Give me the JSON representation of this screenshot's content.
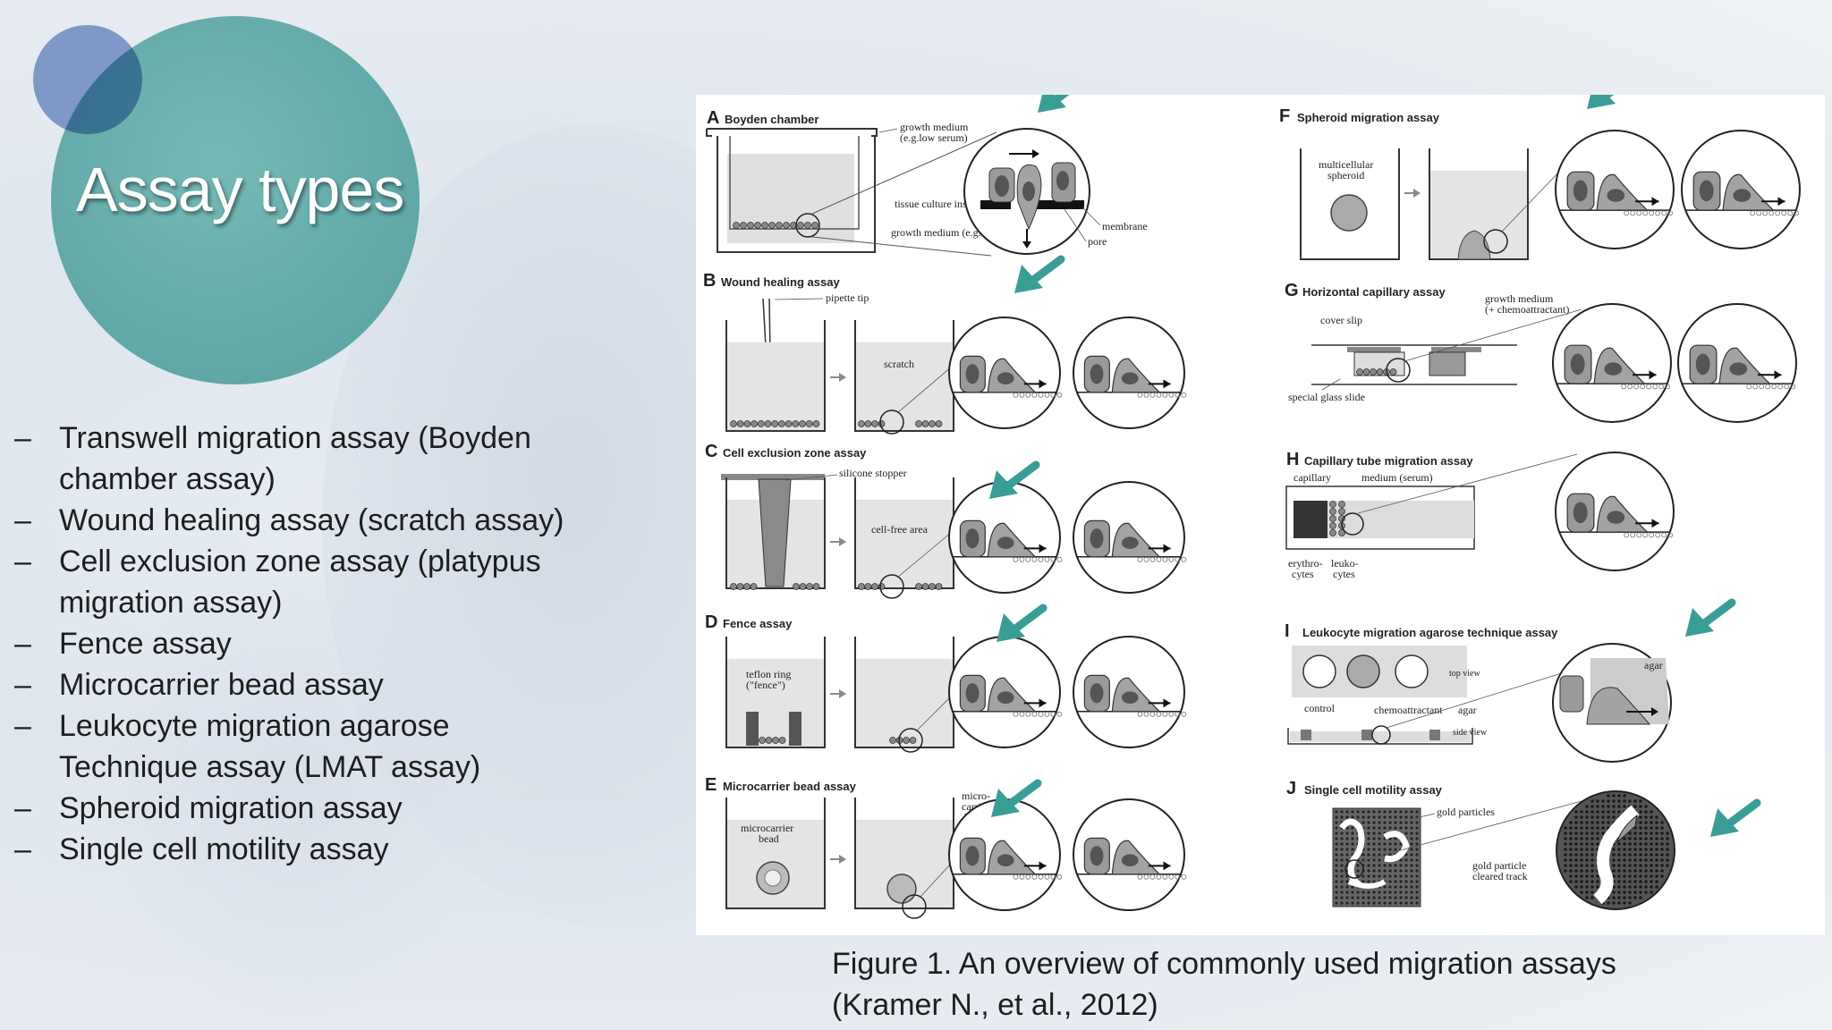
{
  "slide": {
    "title": "Assay types",
    "bullet_marker": "–",
    "bullets": [
      {
        "lines": [
          "Transwell migration assay (Boyden",
          "chamber assay)"
        ]
      },
      {
        "lines": [
          "Wound healing assay (scratch assay)"
        ]
      },
      {
        "lines": [
          "Cell exclusion zone assay (platypus",
          "migration assay)"
        ]
      },
      {
        "lines": [
          "Fence assay"
        ]
      },
      {
        "lines": [
          "Microcarrier bead assay"
        ]
      },
      {
        "lines": [
          "Leukocyte migration agarose",
          "Technique assay (LMAT assay)"
        ]
      },
      {
        "lines": [
          "Spheroid migration assay"
        ]
      },
      {
        "lines": [
          "Single cell motility assay"
        ]
      }
    ],
    "caption_lines": [
      "Figure 1. An overview of commonly used migration assays",
      "(Kramer N., et al., 2012)"
    ],
    "colors": {
      "teal_circle": "#63a9a9",
      "blue_circle": "#7896cd",
      "arrow_teal": "#3a9e97"
    }
  },
  "figure": {
    "panels": [
      {
        "letter": "A",
        "title": "Boyden chamber",
        "labels": [
          "growth medium",
          "(e.g.low serum)",
          "tissue culture insert",
          "growth medium (e.g. high serum)",
          "membrane",
          "pore"
        ]
      },
      {
        "letter": "B",
        "title": "Wound healing assay",
        "labels": [
          "pipette tip",
          "scratch"
        ]
      },
      {
        "letter": "C",
        "title": "Cell exclusion zone assay",
        "labels": [
          "silicone stopper",
          "cell-free area"
        ]
      },
      {
        "letter": "D",
        "title": "Fence assay",
        "labels": [
          "teflon ring",
          "(\"fence\")"
        ]
      },
      {
        "letter": "E",
        "title": "Microcarrier bead assay",
        "labels": [
          "microcarrier",
          "bead",
          "micro-",
          "carrier",
          "bead"
        ]
      },
      {
        "letter": "F",
        "title": "Spheroid migration assay",
        "labels": [
          "multicellular",
          "spheroid"
        ]
      },
      {
        "letter": "G",
        "title": "Horizontal capillary assay",
        "labels": [
          "growth medium",
          "(+ chemoattractant)",
          "cover slip",
          "special glass slide"
        ]
      },
      {
        "letter": "H",
        "title": "Capillary tube migration assay",
        "labels": [
          "capillary",
          "medium (serum)",
          "erythro-",
          "cytes",
          "leuko-",
          "cytes"
        ]
      },
      {
        "letter": "I",
        "title": "Leukocyte migration agarose technique assay",
        "labels": [
          "top view",
          "control",
          "chemoattractant",
          "agar",
          "side view",
          "agar"
        ]
      },
      {
        "letter": "J",
        "title": "Single cell motility assay",
        "labels": [
          "gold particles",
          "gold particle",
          "cleared track"
        ]
      }
    ]
  }
}
